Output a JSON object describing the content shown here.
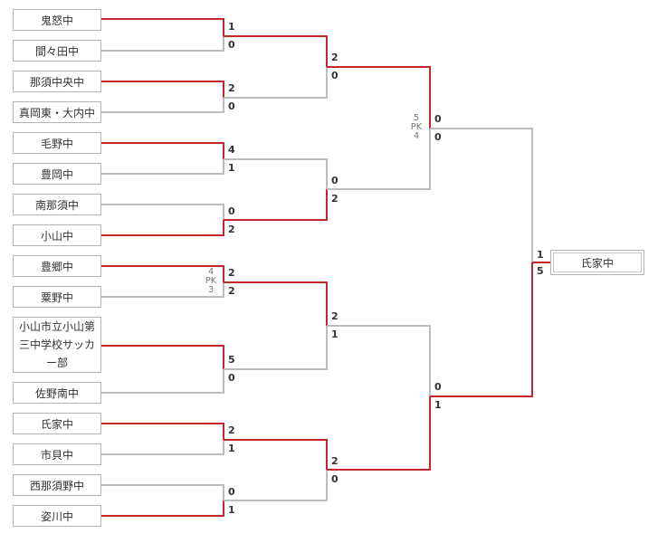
{
  "teams": [
    "鬼怒中",
    "間々田中",
    "那須中央中",
    "真岡東・大内中",
    "毛野中",
    "豊岡中",
    "南那須中",
    "小山中",
    "豊郷中",
    "粟野中",
    "小山市立小山第三中学校サッカー部",
    "佐野南中",
    "氏家中",
    "市貝中",
    "西那須野中",
    "姿川中"
  ],
  "round1_scores": [
    "1",
    "0",
    "2",
    "0",
    "4",
    "1",
    "0",
    "2",
    "2",
    "2",
    "5",
    "0",
    "2",
    "1",
    "0",
    "1"
  ],
  "round2_scores": [
    "2",
    "0",
    "0",
    "2",
    "2",
    "1",
    "2",
    "0"
  ],
  "round3_scores": [
    "0",
    "0",
    "0",
    "1"
  ],
  "final_scores": [
    "1",
    "5"
  ],
  "pk_top": {
    "upper": "5",
    "label": "PK",
    "lower": "4"
  },
  "pk_mid": {
    "upper": "4",
    "label": "PK",
    "lower": "3"
  },
  "champion": "氏家中",
  "colors": {
    "win": "#c1272d",
    "loss": "#bdbdbd"
  }
}
